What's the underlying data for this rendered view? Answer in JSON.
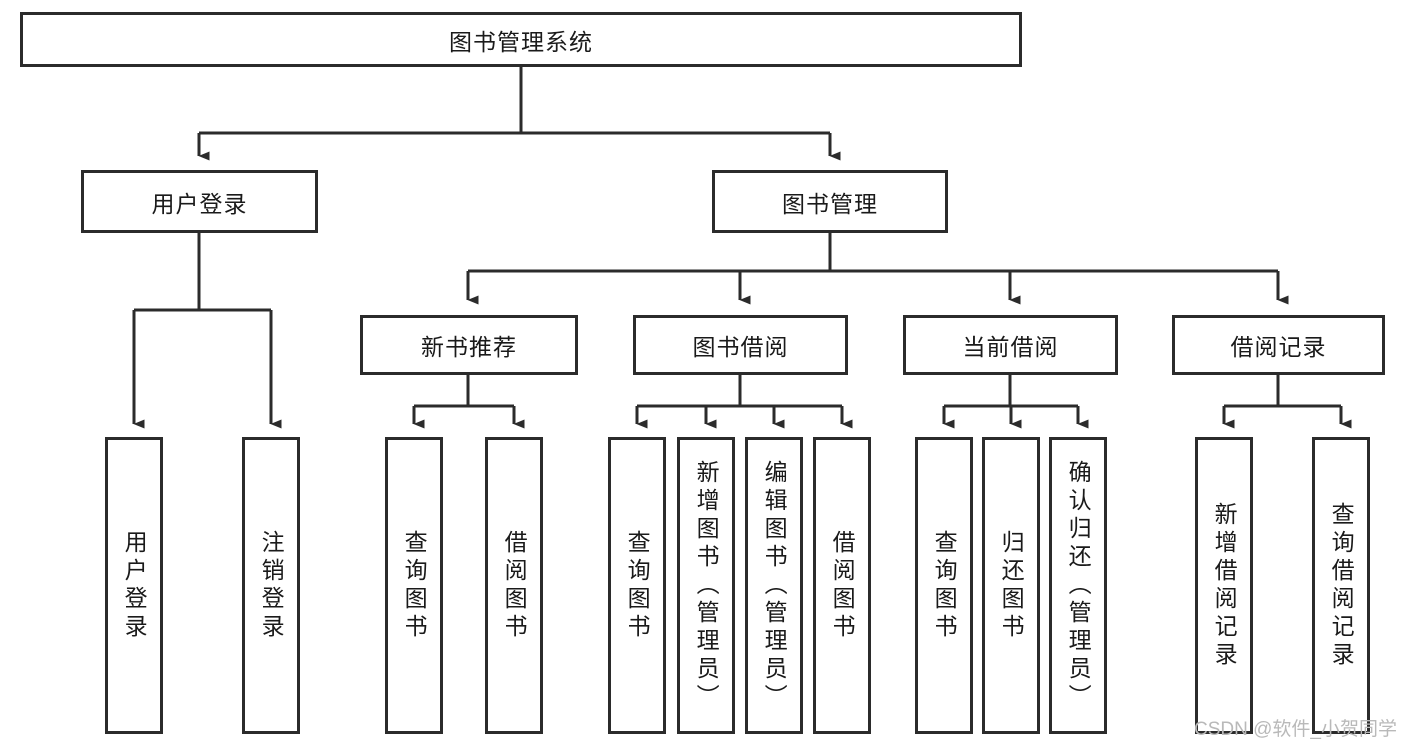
{
  "diagram": {
    "title": "图书管理系统",
    "watermark": "CSDN @软件_小贺同学",
    "line_color": "#2b2b2b",
    "box_fill": "#ffffff",
    "text_color": "#1a1a1a",
    "watermark_color": "#b9b9b9",
    "root": {
      "label": "图书管理系统"
    },
    "level1": [
      {
        "label": "用户登录"
      },
      {
        "label": "图书管理"
      }
    ],
    "level2": [
      {
        "label": "新书推荐",
        "parent": "图书管理"
      },
      {
        "label": "图书借阅",
        "parent": "图书管理"
      },
      {
        "label": "当前借阅",
        "parent": "图书管理"
      },
      {
        "label": "借阅记录",
        "parent": "图书管理"
      }
    ],
    "leaves": [
      {
        "label": "用户登录",
        "parent": "用户登录"
      },
      {
        "label": "注销登录",
        "parent": "用户登录"
      },
      {
        "label": "查询图书",
        "parent": "新书推荐"
      },
      {
        "label": "借阅图书",
        "parent": "新书推荐"
      },
      {
        "label": "查询图书",
        "parent": "图书借阅"
      },
      {
        "label": "新增图书（管理员）",
        "parent": "图书借阅"
      },
      {
        "label": "编辑图书（管理员）",
        "parent": "图书借阅"
      },
      {
        "label": "借阅图书",
        "parent": "图书借阅"
      },
      {
        "label": "查询图书",
        "parent": "当前借阅"
      },
      {
        "label": "归还图书",
        "parent": "当前借阅"
      },
      {
        "label": "确认归还（管理员）",
        "parent": "当前借阅"
      },
      {
        "label": "新增借阅记录",
        "parent": "借阅记录"
      },
      {
        "label": "查询借阅记录",
        "parent": "借阅记录"
      }
    ]
  }
}
